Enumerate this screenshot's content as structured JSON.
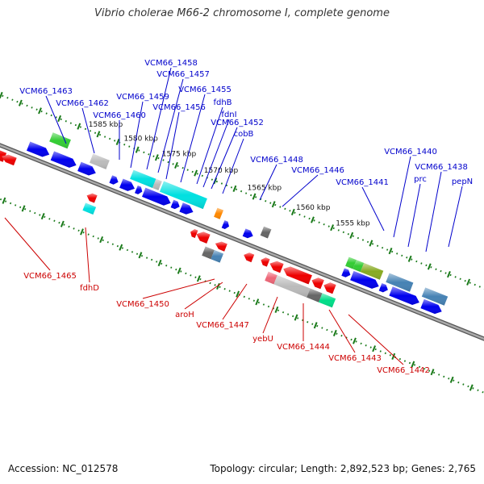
{
  "title": "Vibrio cholerae M66-2 chromosome I, complete genome",
  "footer": {
    "accession": "Accession: NC_012578",
    "summary": "Topology: circular; Length: 2,892,523 bp; Genes: 2,765"
  },
  "colors": {
    "forward_label": "#0000cc",
    "reverse_label": "#cc0000",
    "backbone": "#777777",
    "tick": "#1a7a1a",
    "blue": "#0000ee",
    "red": "#ee0000",
    "cyan": "#00e0e0",
    "green": "#33cc33",
    "olive": "#88aa22",
    "steel": "#4682b4",
    "gray": "#bbbbbb",
    "dark_gray": "#666666",
    "orange": "#ff8800",
    "pink": "#ee6677",
    "spring_green": "#00dd88"
  },
  "ticks": [
    {
      "label": "1585 kbp"
    },
    {
      "label": "1580 kbp"
    },
    {
      "label": "1575 kbp"
    },
    {
      "label": "1570 kbp"
    },
    {
      "label": "1565 kbp"
    },
    {
      "label": "1560 kbp"
    },
    {
      "label": "1555 kbp"
    }
  ],
  "forward_labels": [
    {
      "text": "VCM66_1463"
    },
    {
      "text": "VCM66_1462"
    },
    {
      "text": "VCM66_1460"
    },
    {
      "text": "VCM66_1459"
    },
    {
      "text": "VCM66_1458"
    },
    {
      "text": "VCM66_1457"
    },
    {
      "text": "VCM66_1456"
    },
    {
      "text": "VCM66_1455"
    },
    {
      "text": "fdhB"
    },
    {
      "text": "fdnI"
    },
    {
      "text": "VCM66_1452"
    },
    {
      "text": "cobB"
    },
    {
      "text": "VCM66_1448"
    },
    {
      "text": "VCM66_1446"
    },
    {
      "text": "VCM66_1441"
    },
    {
      "text": "VCM66_1440"
    },
    {
      "text": "prc"
    },
    {
      "text": "VCM66_1438"
    },
    {
      "text": "pepN"
    }
  ],
  "reverse_labels": [
    {
      "text": "VCM66_1465"
    },
    {
      "text": "fdhD"
    },
    {
      "text": "VCM66_1450"
    },
    {
      "text": "aroH"
    },
    {
      "text": "VCM66_1447"
    },
    {
      "text": "yebU"
    },
    {
      "text": "VCM66_1444"
    },
    {
      "text": "VCM66_1443"
    },
    {
      "text": "VCM66_1442"
    }
  ]
}
